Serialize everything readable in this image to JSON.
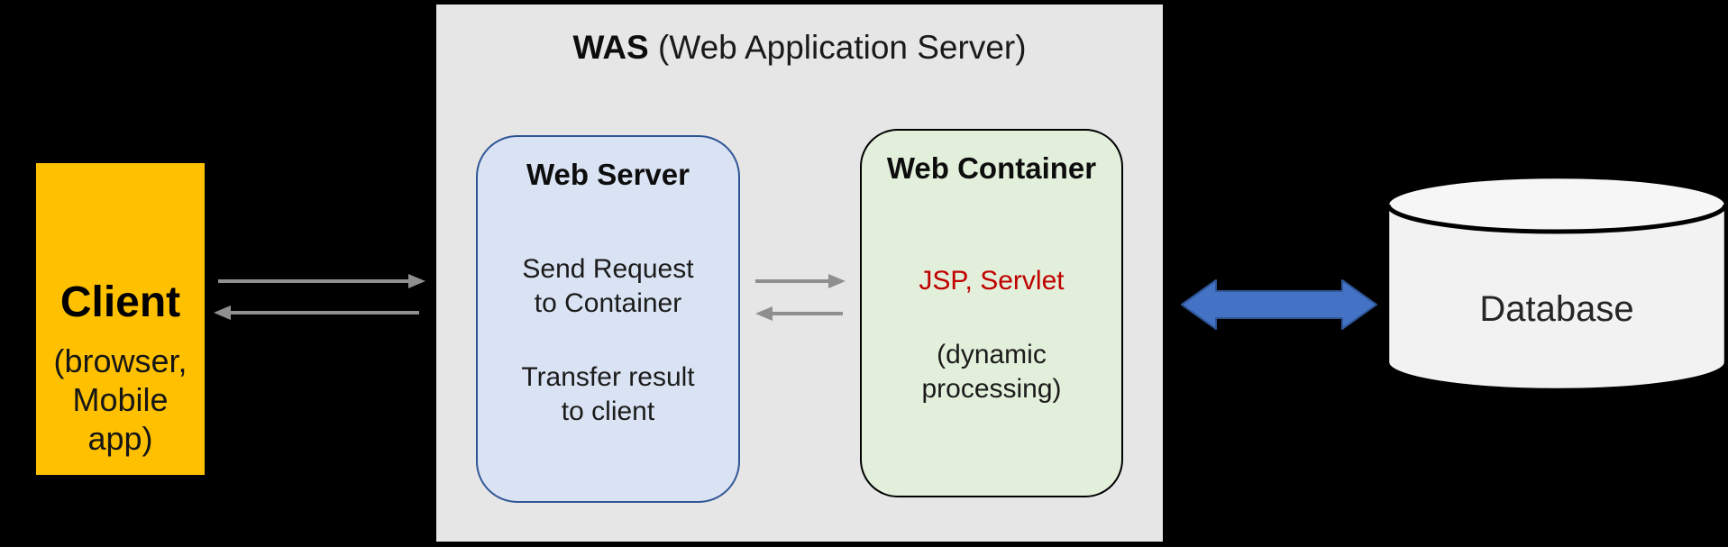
{
  "was": {
    "title_bold": "WAS",
    "title_rest": " (Web Application Server)"
  },
  "client": {
    "title": "Client",
    "subtitle_line1": "(browser,",
    "subtitle_line2": "Mobile app)"
  },
  "web_server": {
    "title": "Web Server",
    "request_line1": "Send Request",
    "request_line2": "to Container",
    "transfer_line1": "Transfer result",
    "transfer_line2": "to client"
  },
  "web_container": {
    "title": "Web Container",
    "tech": "JSP, Servlet",
    "note_line1": "(dynamic",
    "note_line2": "processing)"
  },
  "database": {
    "label": "Database"
  },
  "colors": {
    "background": "#000000",
    "was_panel": "#E6E6E6",
    "client_fill": "#FFC000",
    "web_server_fill": "#DAE3F3",
    "web_server_border": "#2F5597",
    "web_container_fill": "#E2EFDA",
    "web_container_border": "#000000",
    "tech_text": "#C00000",
    "gray_arrow": "#8F8F8F",
    "blue_arrow_fill": "#4472C4",
    "blue_arrow_border": "#2F5597",
    "database_fill": "#F2F2F2"
  }
}
